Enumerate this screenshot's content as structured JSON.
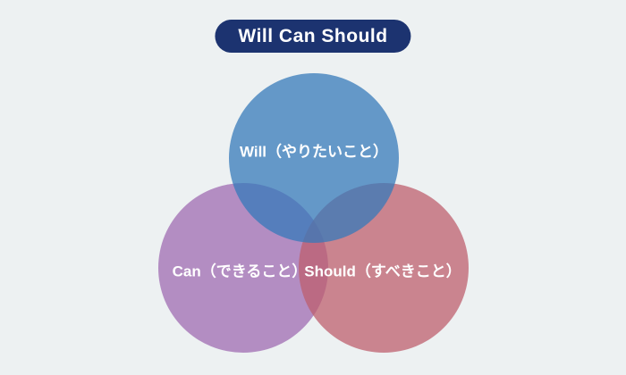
{
  "title": "Will Can Should",
  "colors": {
    "background": "#edf1f2",
    "title_pill": "#1c3370",
    "title_text": "#ffffff",
    "label_text": "#ffffff",
    "overlap_will_can": "#5575b2",
    "overlap_will_should": "#5a77a8",
    "overlap_can_should": "#b2647e",
    "overlap_center": "#4e6aa4"
  },
  "diagram": {
    "type": "venn",
    "circles": [
      {
        "id": "will",
        "label": "Will（やりたいこと）",
        "fill": "rgba(53,122,186,0.75)",
        "approx_color": "#6297c8"
      },
      {
        "id": "can",
        "label": "Can（できること）",
        "fill": "rgba(159,107,178,0.75)",
        "approx_color": "#b18cc2"
      },
      {
        "id": "should",
        "label": "Should（すべきこと）",
        "fill": "rgba(189,95,110,0.75)",
        "approx_color": "#c8828f"
      }
    ]
  }
}
